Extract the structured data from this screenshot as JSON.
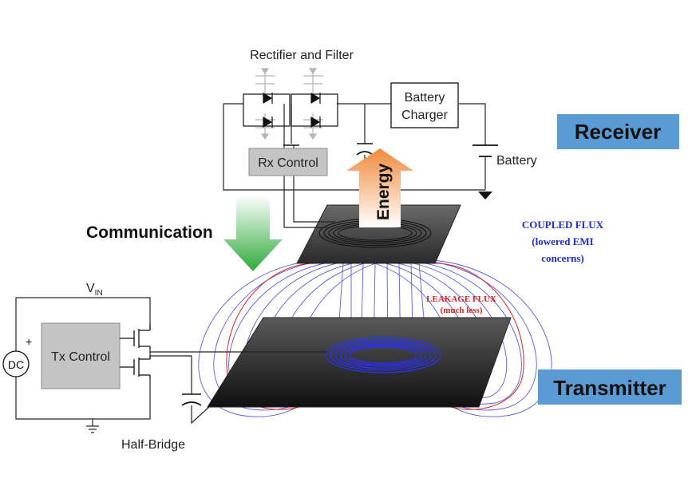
{
  "labels": {
    "rectifier": "Rectifier and Filter",
    "battery_charger_line1": "Battery",
    "battery_charger_line2": "Charger",
    "receiver": "Receiver",
    "rx_control": "Rx Control",
    "battery": "Battery",
    "energy": "Energy",
    "communication": "Communication",
    "coupled_flux_line1": "COUPLED FLUX",
    "coupled_flux_line2": "(lowered EMI",
    "coupled_flux_line3": "concerns)",
    "vin_main": "V",
    "vin_sub": "IN",
    "leakage_flux_line1": "LEAKAGE FLUX",
    "leakage_flux_line2": "(much less)",
    "dc_source": "DC",
    "dc_plus": "+",
    "tx_control": "Tx Control",
    "transmitter": "Transmitter",
    "half_bridge": "Half-Bridge"
  },
  "colors": {
    "badge_fill": "#5b9bd5",
    "coupled_flux": "#1f2bd6",
    "leakage_flux": "#e02020",
    "energy_arrow": "#f08a3c",
    "communication_arrow": "#2eaa3c"
  }
}
